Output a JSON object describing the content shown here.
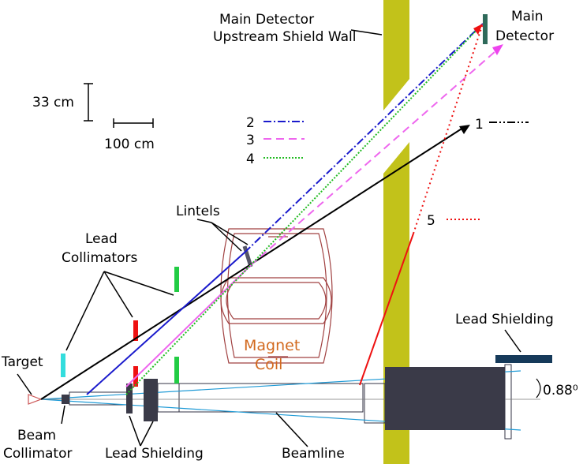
{
  "labels": {
    "upstream_wall_line1": "Main Detector",
    "upstream_wall_line2": "Upstream Shield Wall",
    "main_detector_line1": "Main",
    "main_detector_line2": "Detector",
    "scale_vertical": "33 cm",
    "scale_horizontal": "100 cm",
    "lintels": "Lintels",
    "lead_collimators_line1": "Lead",
    "lead_collimators_line2": "Collimators",
    "target": "Target",
    "beam_collimator_line1": "Beam",
    "beam_collimator_line2": "Collimator",
    "lead_shielding_bottom": "Lead Shielding",
    "beamline": "Beamline",
    "lead_shielding_right": "Lead Shielding",
    "magnet_coil_line1": "Magnet",
    "magnet_coil_line2": "Coil",
    "angle": "0.88⁰"
  },
  "legend": [
    {
      "label": "1",
      "color": "#000000"
    },
    {
      "label": "2",
      "color": "#1a1acc"
    },
    {
      "label": "3",
      "color": "#ee66ee"
    },
    {
      "label": "4",
      "color": "#22bb22"
    },
    {
      "label": "5",
      "color": "#ee1111"
    }
  ],
  "colors": {
    "shield_wall": "#c2c21a",
    "magnet_coil": "#a04040",
    "collimator_red": "#ee1111",
    "collimator_green": "#22cc44",
    "collimator_cyan": "#33dddd",
    "shielding_block": "#3a3a48",
    "envelope": "#1e9ad6",
    "detector": "#2e6a5a"
  }
}
